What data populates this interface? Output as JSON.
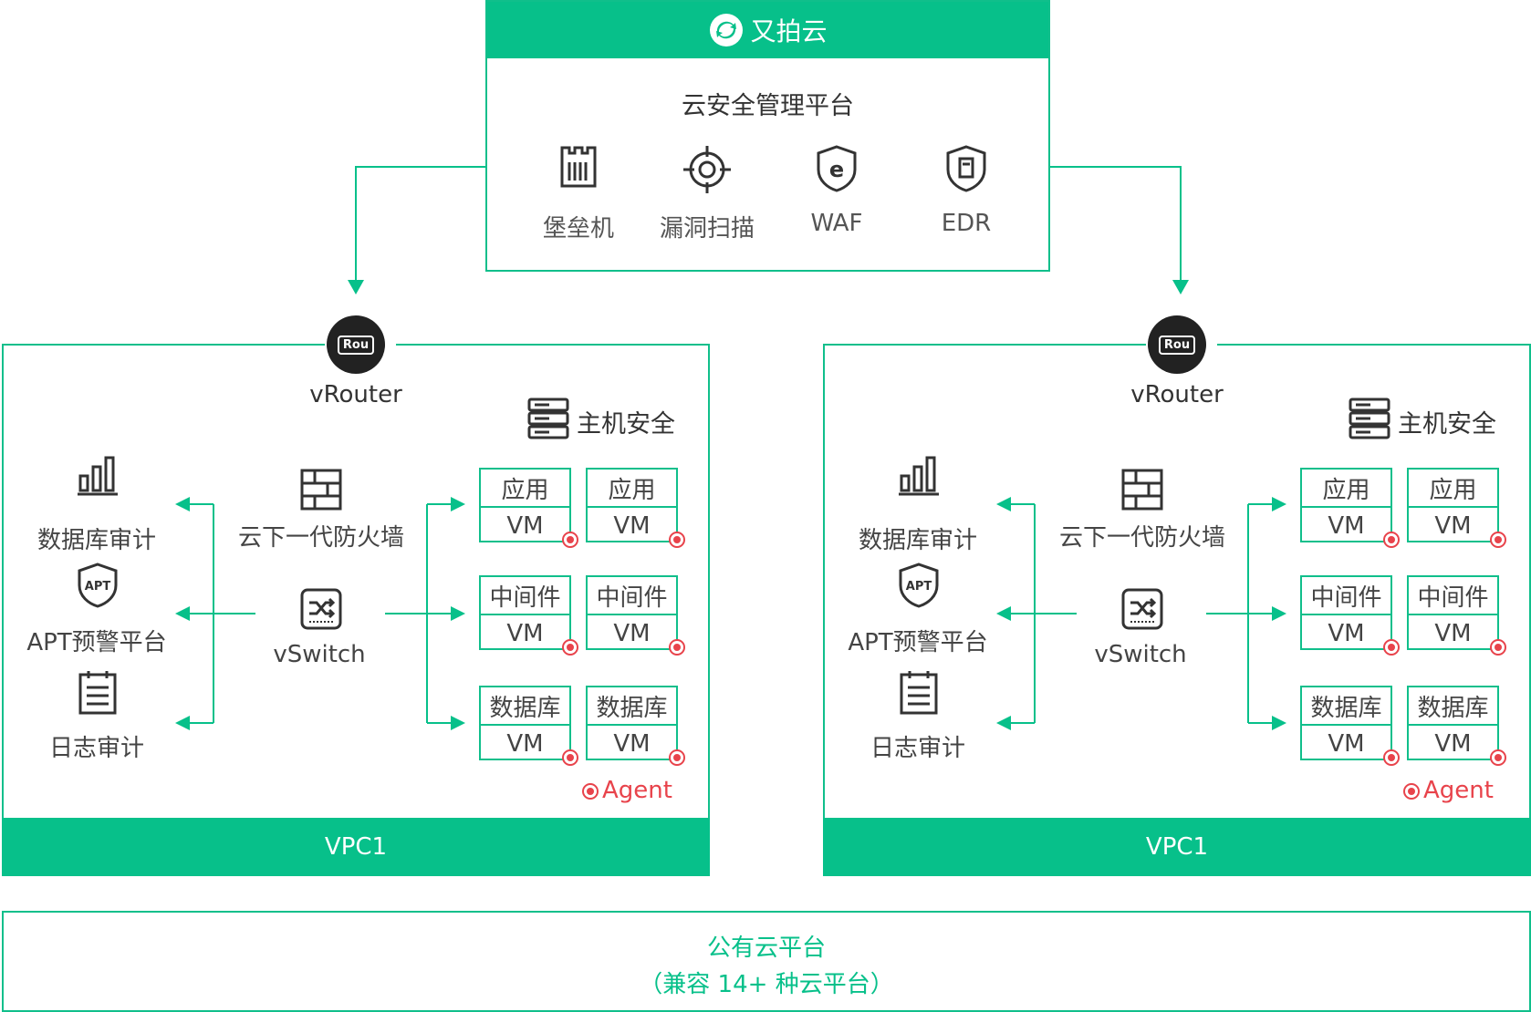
{
  "brand": {
    "name": "又拍云"
  },
  "platform": {
    "title": "云安全管理平台",
    "tools": [
      {
        "label": "堡垒机",
        "icon": "bastion-icon"
      },
      {
        "label": "漏洞扫描",
        "icon": "target-icon"
      },
      {
        "label": "WAF",
        "icon": "shield-e-icon"
      },
      {
        "label": "EDR",
        "icon": "shield-doc-icon"
      }
    ]
  },
  "vpcs": [
    {
      "name": "VPC1",
      "router_label": "vRouter",
      "router_badge": "Rou",
      "host_security": "主机安全",
      "left_items": [
        {
          "label": "数据库审计",
          "icon": "bar-chart-icon"
        },
        {
          "label": "APT预警平台",
          "icon": "apt-shield-icon",
          "badge": "APT"
        },
        {
          "label": "日志审计",
          "icon": "log-icon"
        }
      ],
      "firewall_label": "云下一代防火墙",
      "switch_label": "vSwitch",
      "vms": [
        {
          "type": "应用",
          "label": "VM"
        },
        {
          "type": "应用",
          "label": "VM"
        },
        {
          "type": "中间件",
          "label": "VM"
        },
        {
          "type": "中间件",
          "label": "VM"
        },
        {
          "type": "数据库",
          "label": "VM"
        },
        {
          "type": "数据库",
          "label": "VM"
        }
      ],
      "agent_label": "Agent"
    },
    {
      "name": "VPC1",
      "router_label": "vRouter",
      "router_badge": "Rou",
      "host_security": "主机安全",
      "left_items": [
        {
          "label": "数据库审计",
          "icon": "bar-chart-icon"
        },
        {
          "label": "APT预警平台",
          "icon": "apt-shield-icon",
          "badge": "APT"
        },
        {
          "label": "日志审计",
          "icon": "log-icon"
        }
      ],
      "firewall_label": "云下一代防火墙",
      "switch_label": "vSwitch",
      "vms": [
        {
          "type": "应用",
          "label": "VM"
        },
        {
          "type": "应用",
          "label": "VM"
        },
        {
          "type": "中间件",
          "label": "VM"
        },
        {
          "type": "中间件",
          "label": "VM"
        },
        {
          "type": "数据库",
          "label": "VM"
        },
        {
          "type": "数据库",
          "label": "VM"
        }
      ],
      "agent_label": "Agent"
    }
  ],
  "public_cloud": {
    "title": "公有云平台",
    "subtitle": "（兼容 14+ 种云平台）"
  },
  "colors": {
    "accent": "#07c08a",
    "agent": "#e8434b",
    "router": "#222222"
  }
}
